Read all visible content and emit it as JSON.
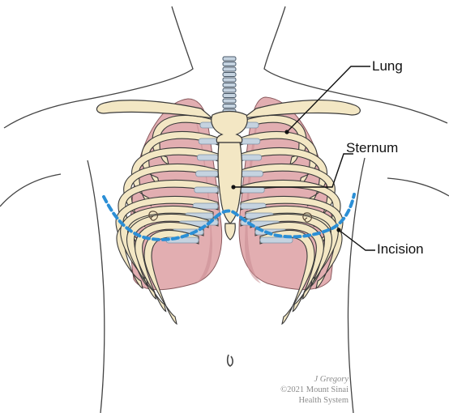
{
  "labels": {
    "lung": "Lung",
    "sternum": "Sternum",
    "incision": "Incision"
  },
  "credit": {
    "artist": "J Gregory",
    "copyright": "©2021 Mount Sinai",
    "organization": "Health System"
  },
  "colors": {
    "bone": "#f3e7c4",
    "bone_outline": "#3a3a3a",
    "lung": "#e2aeb1",
    "lung_dark": "#c98d92",
    "cartilage": "#c5d3e0",
    "incision": "#2b8fd6",
    "skin_line": "#444444",
    "leader_line": "#111111"
  }
}
